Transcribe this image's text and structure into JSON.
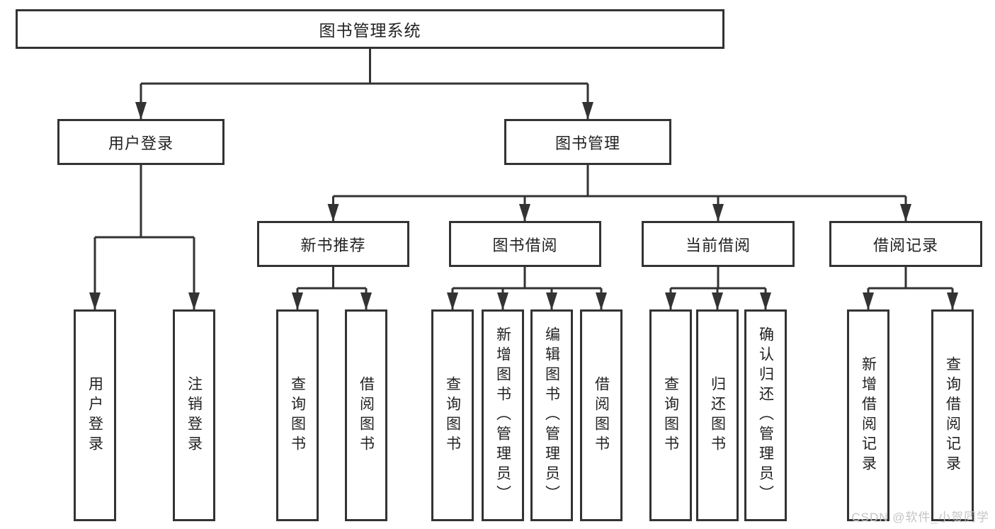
{
  "tree": {
    "root": "图书管理系统",
    "branches": [
      {
        "label": "用户登录",
        "children": [
          "用户登录",
          "注销登录"
        ]
      },
      {
        "label": "图书管理",
        "sections": [
          {
            "label": "新书推荐",
            "children": [
              "查询图书",
              "借阅图书"
            ]
          },
          {
            "label": "图书借阅",
            "children": [
              "查询图书",
              "新增图书（管理员）",
              "编辑图书（管理员）",
              "借阅图书"
            ]
          },
          {
            "label": "当前借阅",
            "children": [
              "查询图书",
              "归还图书",
              "确认归还（管理员）"
            ]
          },
          {
            "label": "借阅记录",
            "children": [
              "新增借阅记录",
              "查询借阅记录"
            ]
          }
        ]
      }
    ]
  },
  "watermark": "CSDN @软件_小贺同学",
  "colors": {
    "line": "#333333",
    "text": "#222222",
    "box-bg": "#ffffff",
    "page-bg": "#ffffff",
    "watermark": "#c4c4c4"
  }
}
